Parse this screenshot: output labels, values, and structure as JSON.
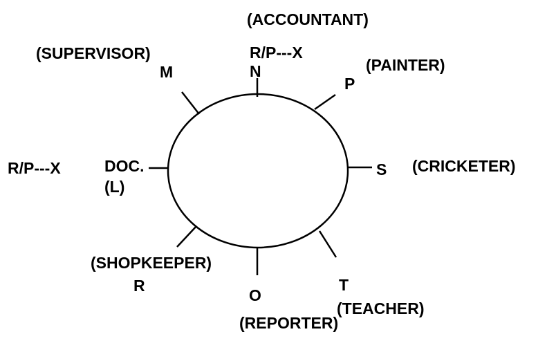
{
  "diagram": {
    "type": "circular seating arrangement",
    "positions": [
      {
        "person": "N",
        "note": "R/P---X",
        "profession": "(ACCOUNTANT)"
      },
      {
        "person": "P",
        "profession": "(PAINTER)"
      },
      {
        "person": "S",
        "profession": "(CRICKETER)"
      },
      {
        "person": "T",
        "profession": "(TEACHER)"
      },
      {
        "person": "O",
        "profession": "(REPORTER)"
      },
      {
        "person": "R",
        "profession": "(SHOPKEEPER)"
      },
      {
        "person": "(L)",
        "title": "DOC.",
        "note": "R/P---X"
      },
      {
        "person": "M",
        "profession": "(SUPERVISOR)"
      }
    ]
  }
}
